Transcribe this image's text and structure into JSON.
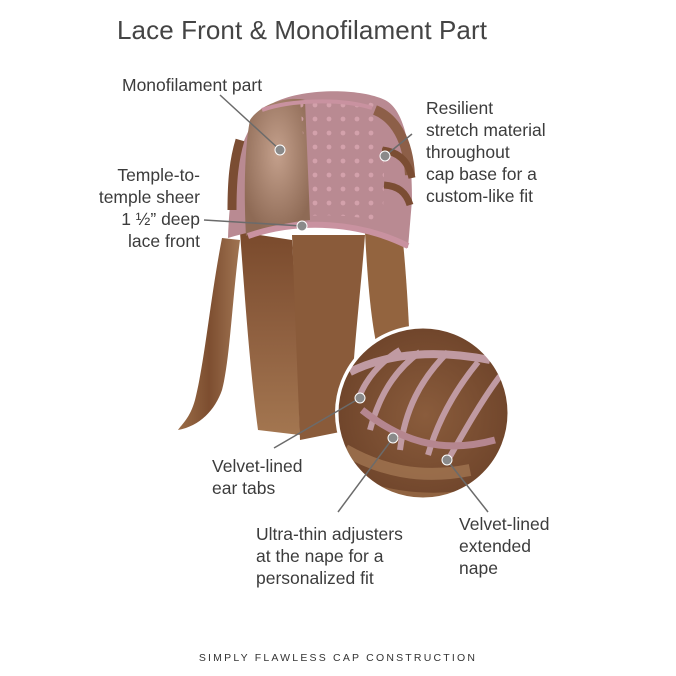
{
  "title": "Lace Front & Monofilament Part",
  "labels": {
    "mono_part": [
      "Monofilament part"
    ],
    "temple": [
      "Temple-to-",
      "temple sheer",
      "1 ½” deep",
      "lace front"
    ],
    "stretch": [
      "Resilient",
      "stretch material",
      "throughout",
      "cap base for a",
      "custom-like fit"
    ],
    "ear_tabs": [
      "Velvet-lined",
      "ear tabs"
    ],
    "adjusters": [
      "Ultra-thin adjusters",
      "at the nape for a",
      "personalized fit"
    ],
    "nape": [
      "Velvet-lined",
      "extended",
      "nape"
    ]
  },
  "footer": "SIMPLY FLAWLESS CAP CONSTRUCTION",
  "colors": {
    "hair": "#8a5a38",
    "cap_pink": "#b98a92",
    "mono": "#a8866f",
    "line": "#6b6b6b"
  }
}
